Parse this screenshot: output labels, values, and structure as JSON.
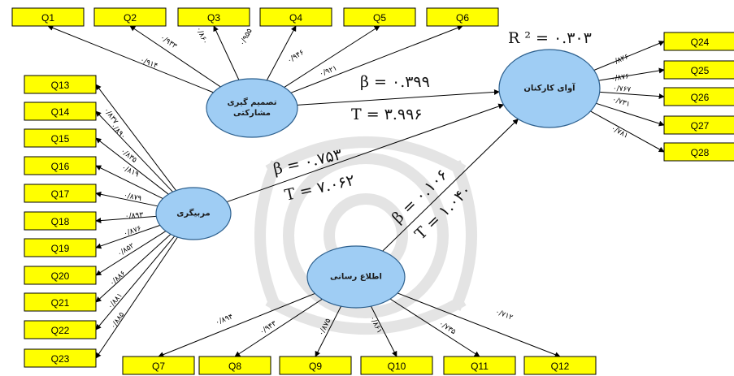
{
  "constructs": {
    "participative_decision": "تصمیم گیری مشارکتی",
    "employee_voice": "آوای کارکنان",
    "coaching": "مربیگری",
    "information_sharing": "اطلاع رسانی"
  },
  "r_squared": "R ² = ۰.۳۰۳",
  "paths": {
    "decision_to_voice": {
      "beta": "β = ۰.۳۹۹",
      "t": "T = ۳.۹۹۶"
    },
    "coaching_to_voice": {
      "beta": "β = ۰.۷۵۳",
      "t": "T = ۷.۰۶۲"
    },
    "info_to_voice": {
      "beta": "β = ۰.۱۰۶",
      "t": "T = ۱.۰۴۰"
    }
  },
  "indicators": {
    "decision": [
      {
        "label": "Q1",
        "loading": "۰/۹۱۴"
      },
      {
        "label": "Q2",
        "loading": "۰/۹۳۳"
      },
      {
        "label": "Q3",
        "loading": "۰/۸۶۰"
      },
      {
        "label": "Q4",
        "loading": "۰/۹۵۵"
      },
      {
        "label": "Q5",
        "loading": "۰/۹۴۶"
      },
      {
        "label": "Q6",
        "loading": "۰/۹۲۱"
      }
    ],
    "voice": [
      {
        "label": "Q24",
        "loading": "۰/۸۲۶"
      },
      {
        "label": "Q25",
        "loading": "۰/۸۷۶"
      },
      {
        "label": "Q26",
        "loading": "۰/۷۶۷"
      },
      {
        "label": "Q27",
        "loading": "۰/۷۳۱"
      },
      {
        "label": "Q28",
        "loading": "۰/۷۸۱"
      }
    ],
    "coaching": [
      {
        "label": "Q13",
        "loading": "۰/۸۳۷"
      },
      {
        "label": "Q14",
        "loading": "۰/۸۹۰"
      },
      {
        "label": "Q15",
        "loading": "۰/۸۳۵"
      },
      {
        "label": "Q16",
        "loading": "۰/۸۱۹"
      },
      {
        "label": "Q17",
        "loading": "۰/۸۷۹"
      },
      {
        "label": "Q18",
        "loading": "۰/۸۹۳"
      },
      {
        "label": "Q19",
        "loading": "۰/۸۷۶"
      },
      {
        "label": "Q20",
        "loading": "۰/۸۵۲"
      },
      {
        "label": "Q21",
        "loading": "۰/۸۸۶"
      },
      {
        "label": "Q22",
        "loading": "۰/۸۸۱"
      },
      {
        "label": "Q23",
        "loading": "۰/۸۸۵"
      }
    ],
    "info": [
      {
        "label": "Q7",
        "loading": "۰/۸۹۴"
      },
      {
        "label": "Q8",
        "loading": "۰/۹۴۳"
      },
      {
        "label": "Q9",
        "loading": "۰/۸۷۵"
      },
      {
        "label": "Q10",
        "loading": "۰/۸۶۱"
      },
      {
        "label": "Q11",
        "loading": "۰/۷۳۵"
      },
      {
        "label": "Q12",
        "loading": "۰/۷۱۲"
      }
    ]
  },
  "colors": {
    "indicator_fill": "#ffff00",
    "construct_fill": "#9fcdf4",
    "construct_stroke": "#2c5f8d"
  }
}
